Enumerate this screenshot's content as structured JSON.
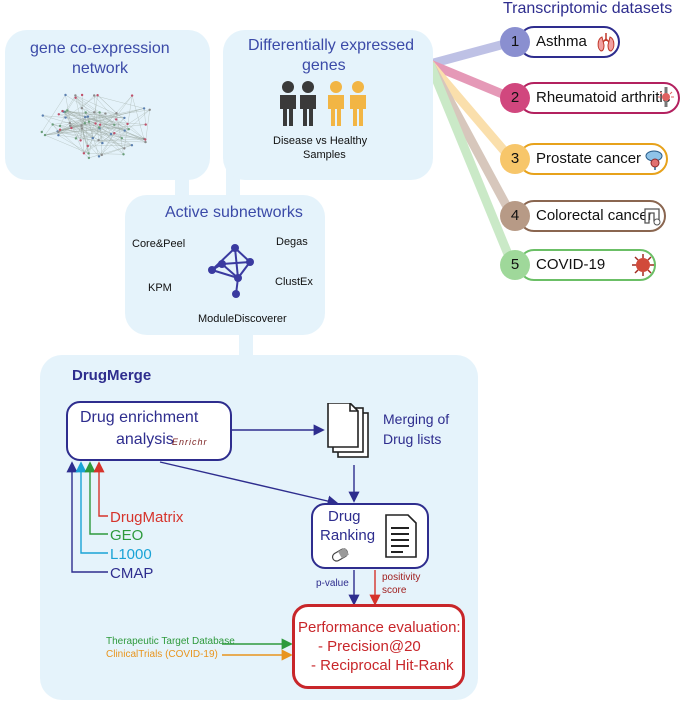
{
  "transcriptomic": {
    "title": "Transcriptomic datasets",
    "items": [
      {
        "num": "1",
        "label": "Asthma",
        "color": "#8a8fd0",
        "border": "#2e2d8e",
        "icon": "lungs-icon"
      },
      {
        "num": "2",
        "label": "Rheumatoid arthritis",
        "color": "#d1477e",
        "border": "#b3215f",
        "icon": "joint-icon"
      },
      {
        "num": "3",
        "label": "Prostate cancer",
        "color": "#f7c66a",
        "border": "#e7a21b",
        "icon": "prostate-icon"
      },
      {
        "num": "4",
        "label": "Colorectal cancer",
        "color": "#b79a86",
        "border": "#8a6650",
        "icon": "colon-icon"
      },
      {
        "num": "5",
        "label": "COVID-19",
        "color": "#9fd89a",
        "border": "#6bbf66",
        "icon": "virus-icon"
      }
    ]
  },
  "gene_network": {
    "title_line1": "gene co-expression",
    "title_line2": "network"
  },
  "deg": {
    "title_line1": "Differentially expressed",
    "title_line2": "genes",
    "caption_line1": "Disease vs Healthy",
    "caption_line2": "Samples"
  },
  "active": {
    "title": "Active subnetworks",
    "methods": {
      "core": "Core&Peel",
      "degas": "Degas",
      "kpm": "KPM",
      "clustex": "ClustEx",
      "module": "ModuleDiscoverer"
    }
  },
  "drugmerge": {
    "title": "DrugMerge",
    "enrichment_line1": "Drug enrichment",
    "enrichment_line2": "analysis",
    "enrichr_logo": "Enrichr",
    "merging_line1": "Merging of",
    "merging_line2": "Drug lists",
    "ranking_line1": "Drug",
    "ranking_line2": "Ranking",
    "libraries": [
      {
        "label": "DrugMatrix",
        "color": "#d6332b"
      },
      {
        "label": "GEO",
        "color": "#2e9a3c"
      },
      {
        "label": "L1000",
        "color": "#1aa3d6"
      },
      {
        "label": "CMAP",
        "color": "#2e2d8e"
      }
    ],
    "pvalue": "p-value",
    "positivity_line1": "positivity",
    "positivity_line2": "score",
    "perf_line1": "Performance evaluation:",
    "perf_line2": "- Precision@20",
    "perf_line3": "- Reciprocal Hit-Rank",
    "ttd": "Therapeutic Target Database",
    "ttd_color": "#2e9a3c",
    "clinical": "ClinicalTrials (COVID-19)",
    "clinical_color": "#e8951e"
  }
}
